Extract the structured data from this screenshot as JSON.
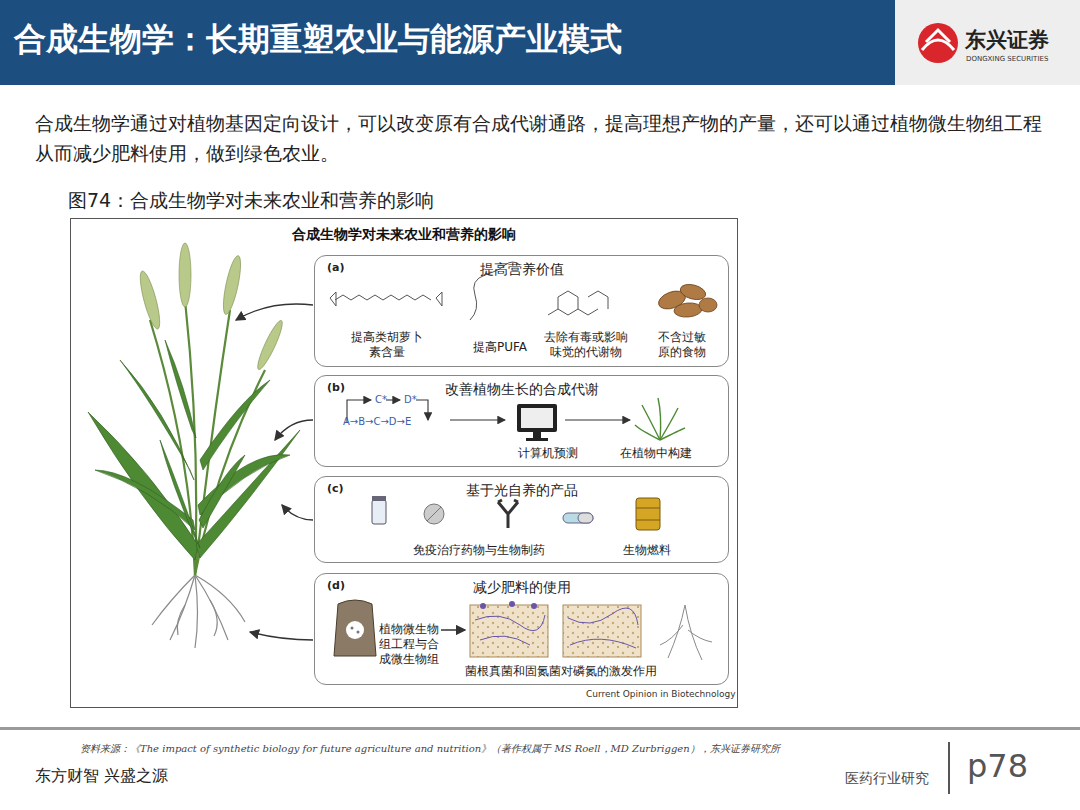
{
  "diagram": {
    "title": "合成生物学：长期重塑农业与能源产业模式",
    "caption": "图74：合成生物学对未来农业和营养的影响",
    "nodes": [
      {
        "text": [
          "合成生物学对未来农业和营养的影响"
        ]
      },
      {
        "text": [
          "(a)",
          "提高营养价值"
        ],
        "in": 0
      },
      {
        "text": [
          "(b)",
          "改善植物生长的合成代谢"
        ],
        "in": 0
      },
      {
        "text": [
          "(c)",
          "基于光自养的产品"
        ],
        "in": 0
      },
      {
        "text": [
          "(d)",
          "减少肥料的使用"
        ],
        "in": 0
      }
    ],
    "labels": [
      "东兴证券",
      "DONGXING SECURITIES",
      "合成生物学通过对植物基因定向设计，可以改变原有合成代谢通路，提高理想产物的产量，还可以通过植物微生物组工程从而减少肥料使用，做到绿色农业。",
      "提高类胡萝卜素含量",
      "提高PUFA",
      "去除有毒或影响味觉的代谢物",
      "不含过敏原的食物",
      "C*",
      "D*",
      "A→B→C→D→E",
      "计算机预测",
      "在植物中构建",
      "免疫治疗药物与生物制药",
      "生物燃料",
      "植物微生物组工程与合成微生物组",
      "菌根真菌和固氮菌对磷氮的激发作用",
      "Current Opinion in Biotechnology",
      "资料来源：《The impact of synthetic biology for future agriculture and nutrition》（著作权属于 MS Roell，MD Zurbriggen），东兴证券研究所",
      "东方财智 兴盛之源",
      "医药行业研究",
      "p78"
    ]
  }
}
